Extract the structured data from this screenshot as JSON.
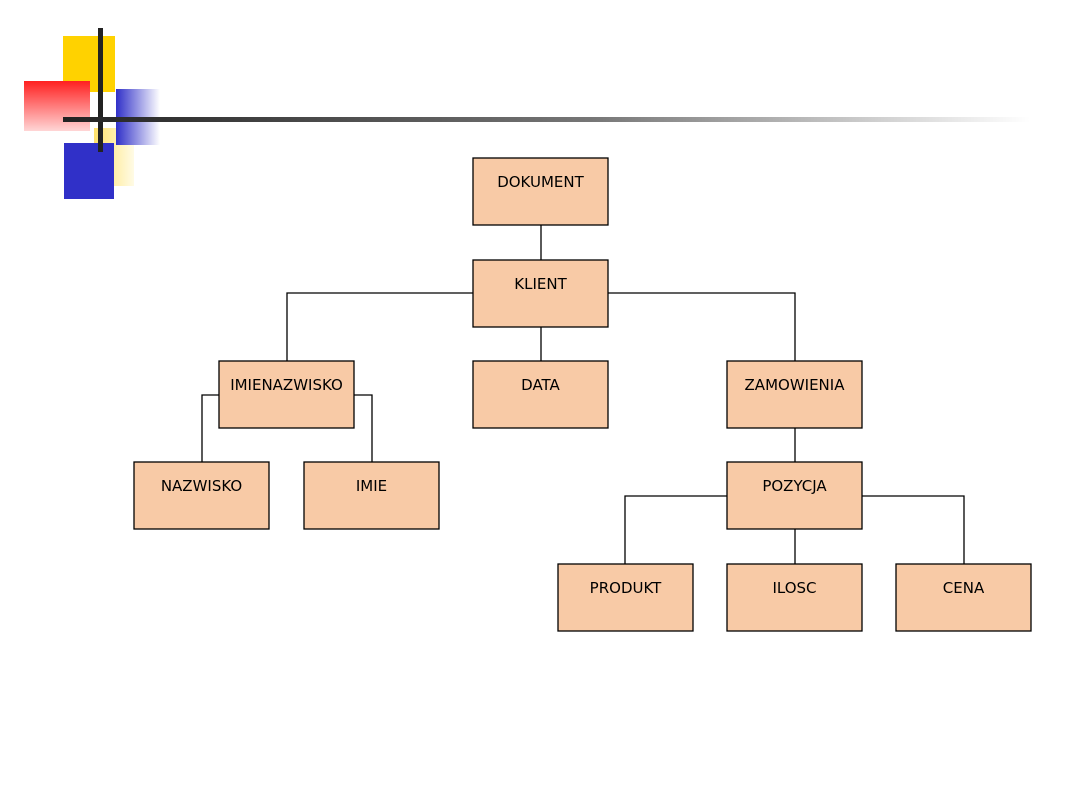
{
  "diagram": {
    "type": "tree",
    "nodes": [
      {
        "id": "dokument",
        "label": "DOKUMENT"
      },
      {
        "id": "klient",
        "label": "KLIENT"
      },
      {
        "id": "imienazwisko",
        "label": "IMIENAZWISKO"
      },
      {
        "id": "data",
        "label": "DATA"
      },
      {
        "id": "zamowienia",
        "label": "ZAMOWIENIA"
      },
      {
        "id": "nazwisko",
        "label": "NAZWISKO"
      },
      {
        "id": "imie",
        "label": "IMIE"
      },
      {
        "id": "pozycja",
        "label": "POZYCJA"
      },
      {
        "id": "produkt",
        "label": "PRODUKT"
      },
      {
        "id": "ilosc",
        "label": "ILOSC"
      },
      {
        "id": "cena",
        "label": "CENA"
      }
    ],
    "edges": [
      {
        "from": "dokument",
        "to": "klient"
      },
      {
        "from": "klient",
        "to": "imienazwisko"
      },
      {
        "from": "klient",
        "to": "data"
      },
      {
        "from": "klient",
        "to": "zamowienia"
      },
      {
        "from": "imienazwisko",
        "to": "nazwisko"
      },
      {
        "from": "imienazwisko",
        "to": "imie"
      },
      {
        "from": "zamowienia",
        "to": "pozycja"
      },
      {
        "from": "pozycja",
        "to": "produkt"
      },
      {
        "from": "pozycja",
        "to": "ilosc"
      },
      {
        "from": "pozycja",
        "to": "cena"
      }
    ]
  },
  "colors": {
    "node_fill": "#f8caa6",
    "node_stroke": "#000000",
    "decor_yellow": "#ffd200",
    "decor_red": "#ff2a2a",
    "decor_blue": "#3030c8"
  }
}
